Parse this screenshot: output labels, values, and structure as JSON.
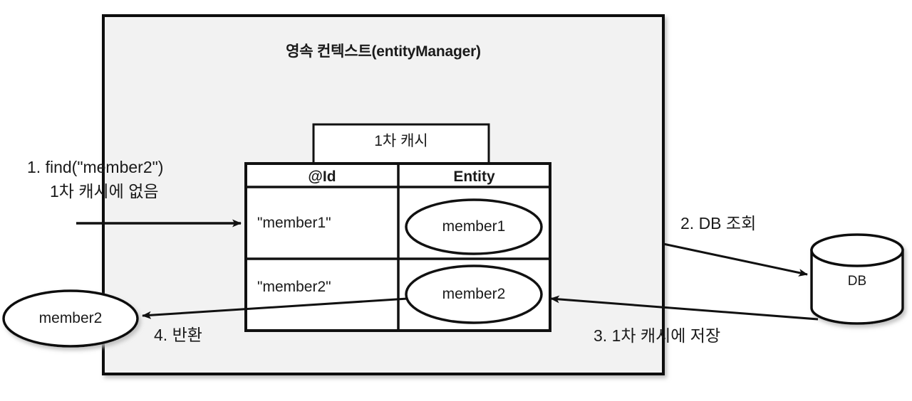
{
  "diagram": {
    "title": "영속 컨텍스트(entityManager)",
    "container": {
      "fill": "#f2f2f2",
      "stroke": "#1a1a1a"
    },
    "cache_box": {
      "label": "1차 캐시"
    },
    "table": {
      "headers": [
        "@Id",
        "Entity"
      ],
      "rows": [
        {
          "key": "\"member1\"",
          "entity": "member1"
        },
        {
          "key": "\"member2\"",
          "entity": "member2"
        }
      ]
    },
    "external": {
      "returned_entity": "member2",
      "database": "DB"
    },
    "steps": [
      {
        "id": "step-1",
        "line1": "1. find(\"member2\")",
        "line2": "1차 캐시에 없음"
      },
      {
        "id": "step-2",
        "line1": "2. DB 조회"
      },
      {
        "id": "step-3",
        "line1": "3. 1차 캐시에 저장"
      },
      {
        "id": "step-4",
        "line1": "4. 반환"
      }
    ]
  }
}
